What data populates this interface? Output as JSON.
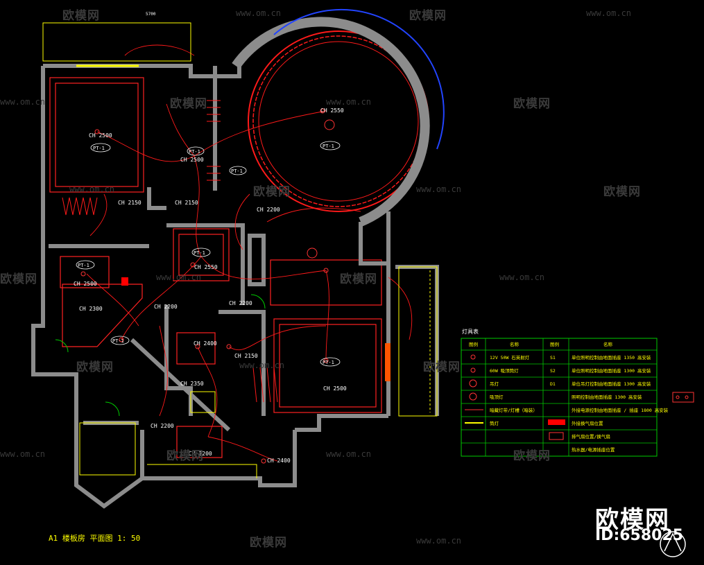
{
  "drawing": {
    "title": "A1 楼板房 平面图 1: 50",
    "room_labels": [
      "CH 2500",
      "CH 2550",
      "CH 2500",
      "CH 2150",
      "CH 2150",
      "CH 2200",
      "CH 2200",
      "CH 2550",
      "CH 2500",
      "CH 2300",
      "CH 2200",
      "CH 2400",
      "CH 2350",
      "CH 2150",
      "CH 2500",
      "CH 2200",
      "CH 2200",
      "CH 2400"
    ],
    "ceiling_tags": [
      "PT-1",
      "PT-1",
      "PT-1",
      "PT-1",
      "PT-1",
      "PT-1",
      "PT-1",
      "PT-1"
    ],
    "dimension": "5700"
  },
  "legend": {
    "heading": "灯具表",
    "columns": [
      "图例",
      "名称",
      "图例",
      "名称"
    ],
    "rows": [
      [
        "12V 50W 石英射灯",
        "S1",
        "单位照明控制由地面插座 1350 高安装"
      ],
      [
        "60W 吸顶筒灯",
        "S2",
        "单位照明控制由地面插座 1300 高安装"
      ],
      [
        "吊灯",
        "D1",
        "单位吊灯控制由地面插座 1300 高安装"
      ],
      [
        "吸顶灯",
        "",
        "照明控制由地面插座 1300 高安装"
      ],
      [
        "暗藏灯带/灯槽（暗装）",
        "",
        "外接电源控制由地面插座 / 插座 1800 高安装"
      ],
      [
        "筒灯",
        "",
        "外接换气扇位置"
      ],
      [
        "",
        "",
        "排气扇位置/换气扇"
      ],
      [
        "",
        "",
        "热水器/电源插座位置"
      ]
    ]
  },
  "watermarks": {
    "logo_text": "欧模网",
    "url_text": "www.om.cn",
    "brand": "欧模网",
    "brand_id": "ID:658025"
  },
  "colors": {
    "wall": "#9a9a9a",
    "circuit": "#ff1a1a",
    "fixture": "#ffff00",
    "legend_border": "#00cc00",
    "window": "#2244ff"
  }
}
